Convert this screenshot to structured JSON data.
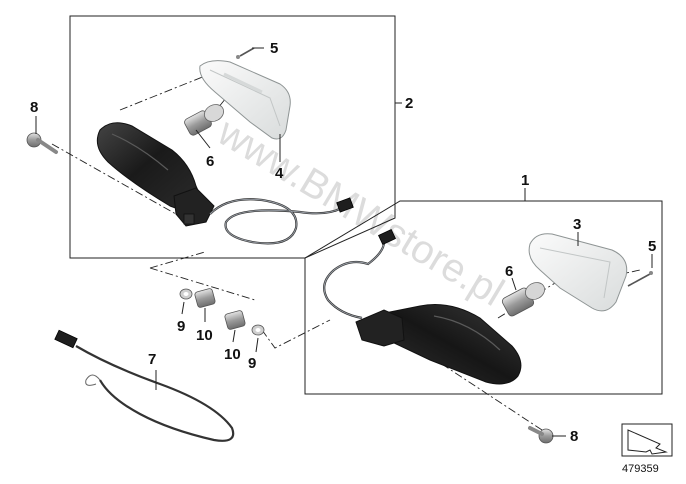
{
  "callouts": {
    "c1": "1",
    "c2": "2",
    "c3": "3",
    "c4": "4",
    "c5a": "5",
    "c5b": "5",
    "c6a": "6",
    "c6b": "6",
    "c7": "7",
    "c8a": "8",
    "c8b": "8",
    "c9a": "9",
    "c9b": "9",
    "c10a": "10",
    "c10b": "10"
  },
  "reference_number": "479359",
  "watermark": "www.BMWstore.pl",
  "colors": {
    "housing": "#1c1c1c",
    "lens": "#f2f3f3",
    "metal": "#a7a7a7",
    "line": "#222222"
  }
}
